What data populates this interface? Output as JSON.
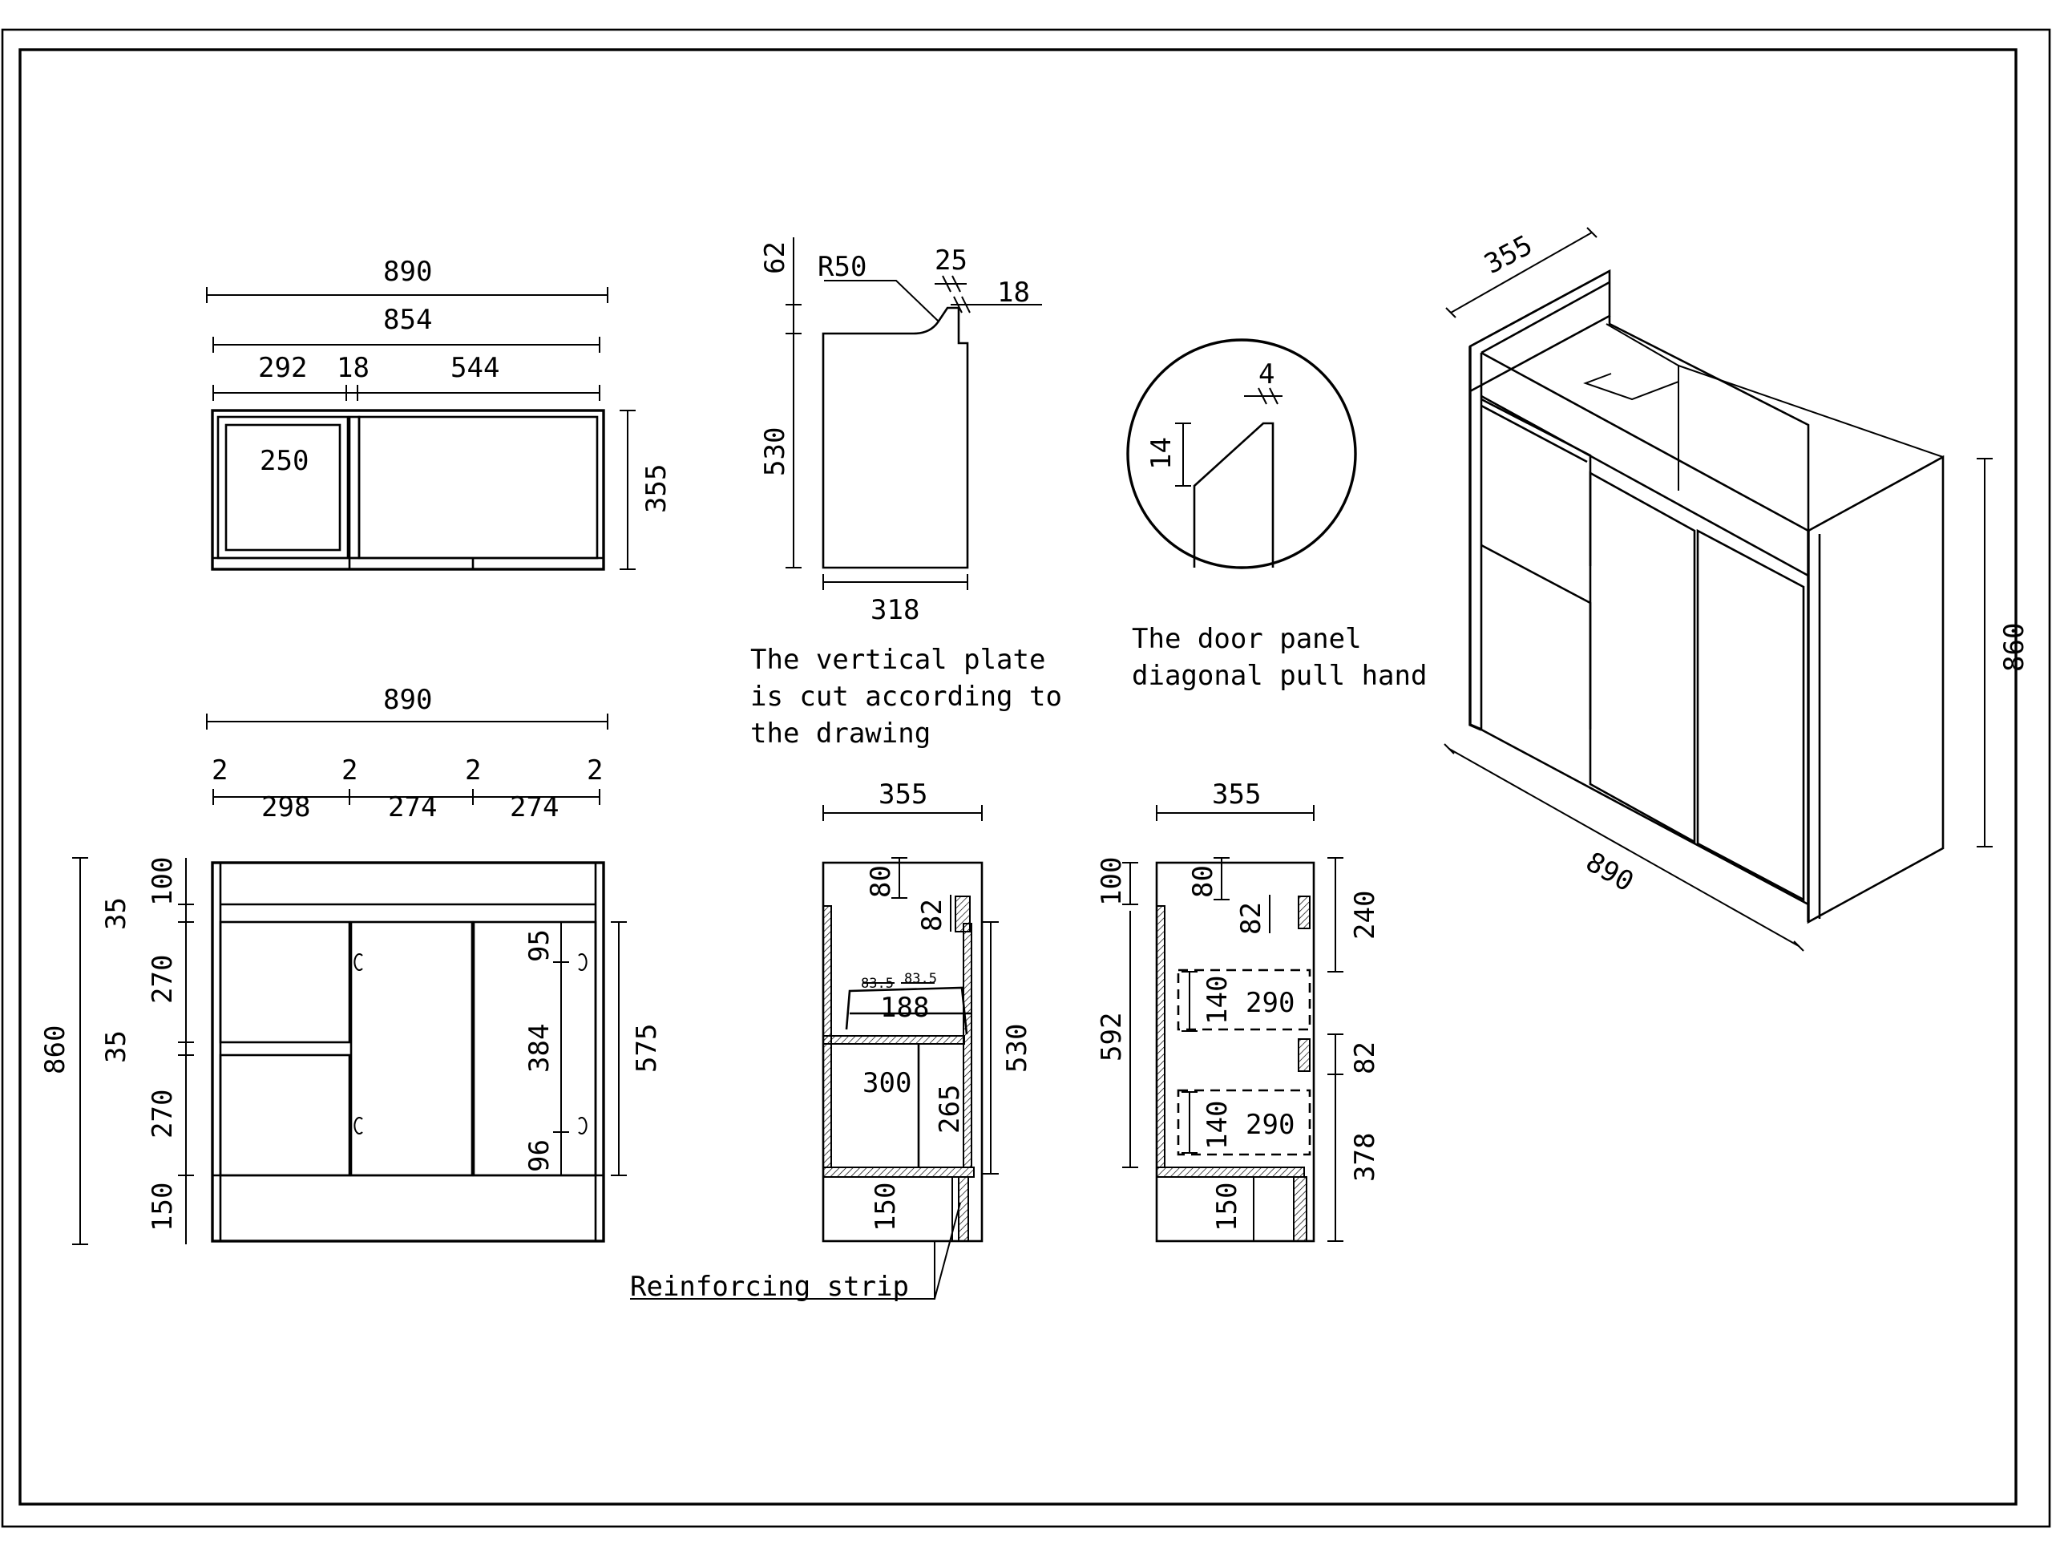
{
  "top_view": {
    "w_total": "890",
    "w_inner": "854",
    "w_left": "292",
    "w_mid": "18",
    "w_right": "544",
    "inner_label": "250",
    "depth": "355"
  },
  "side_plate": {
    "h_top": "62",
    "radius": "R50",
    "w_notch": "25",
    "w_edge": "18",
    "height": "530",
    "width": "318",
    "note": [
      "The vertical plate",
      "is cut according to",
      "the drawing"
    ]
  },
  "handle_detail": {
    "w": "4",
    "h": "14",
    "note": [
      "The door panel",
      "diagonal pull hand"
    ]
  },
  "iso_view": {
    "depth": "355",
    "width": "890",
    "height": "860"
  },
  "front_view": {
    "w_total": "890",
    "gap1": "2",
    "gap2": "2",
    "gap3": "2",
    "gap4": "2",
    "w1": "298",
    "w2": "274",
    "w3": "274",
    "h_total": "860",
    "h_top": "100",
    "h_gap1": "35",
    "h_drawer1": "270",
    "h_gap2": "35",
    "h_drawer2": "270",
    "h_base": "150",
    "r_top": "95",
    "r_mid": "384",
    "r_bot": "96",
    "r_total": "575"
  },
  "section_a": {
    "depth": "355",
    "h80": "80",
    "h82": "82",
    "s1": "83.5",
    "s2": "83.5",
    "w188": "188",
    "w300": "300",
    "h265": "265",
    "h530": "530",
    "h150": "150",
    "callout": "Reinforcing strip"
  },
  "section_b": {
    "depth": "355",
    "h100": "100",
    "h80": "80",
    "h82": "82",
    "h592": "592",
    "d140a": "140",
    "d290a": "290",
    "d140b": "140",
    "d290b": "290",
    "h150": "150",
    "r240": "240",
    "r82": "82",
    "r378": "378"
  }
}
